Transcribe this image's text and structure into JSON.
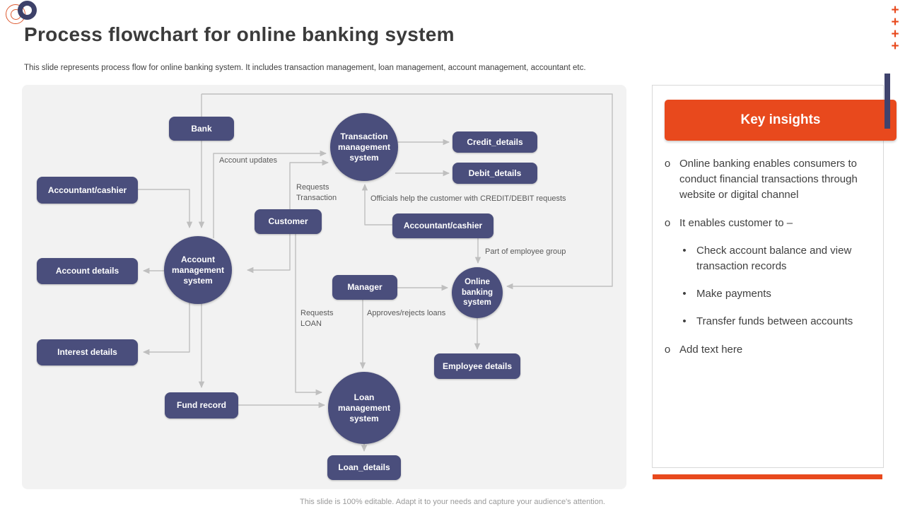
{
  "slide": {
    "title": "Process flowchart for online banking system",
    "subtitle": "This slide represents process flow for online banking system. It includes transaction management,  loan management,  account management,  accountant etc.",
    "footer": "This slide is 100% editable. Adapt it to your needs and capture your audience's attention.",
    "decor_plus": "+"
  },
  "colors": {
    "accent_orange": "#E8491D",
    "node_fill": "#4A4E7C",
    "connector_gray": "#BFBFBF",
    "navy_bar": "#3F436D",
    "flowchart_bg": "#F2F2F2",
    "text_dark": "#404040"
  },
  "flowchart": {
    "nodes": {
      "bank": "Bank",
      "accountant_cashier_1": "Accountant/cashier",
      "account_details": "Account details",
      "interest_details": "Interest details",
      "fund_record": "Fund record",
      "customer": "Customer",
      "transaction_management": "Transaction management system",
      "account_management": "Account management system",
      "credit_details": "Credit_details",
      "debit_details": "Debit_details",
      "accountant_cashier_2": "Accountant/cashier",
      "manager": "Manager",
      "online_banking": "Online banking system",
      "loan_management": "Loan management system",
      "employee_details": "Employee details",
      "loan_details": "Loan_details"
    },
    "edge_labels": {
      "account_updates": "Account updates",
      "requests_transaction": "Requests Transaction",
      "officials_help": "Officials help the customer with CREDIT/DEBIT  requests",
      "part_of_employee": "Part of employee  group",
      "approves_rejects": "Approves/rejects loans",
      "requests_loan": "Requests LOAN"
    }
  },
  "insights": {
    "heading": "Key insights",
    "bullets": [
      {
        "m": "o",
        "t": "Online banking enables consumers to conduct financial transactions through website or digital channel"
      },
      {
        "m": "o",
        "t": "It enables customer to –"
      },
      {
        "m": "•",
        "t": "Check account balance and view transaction records"
      },
      {
        "m": "•",
        "t": "Make payments"
      },
      {
        "m": "•",
        "t": "Transfer funds between accounts"
      },
      {
        "m": "o",
        "t": "Add text here"
      }
    ]
  }
}
